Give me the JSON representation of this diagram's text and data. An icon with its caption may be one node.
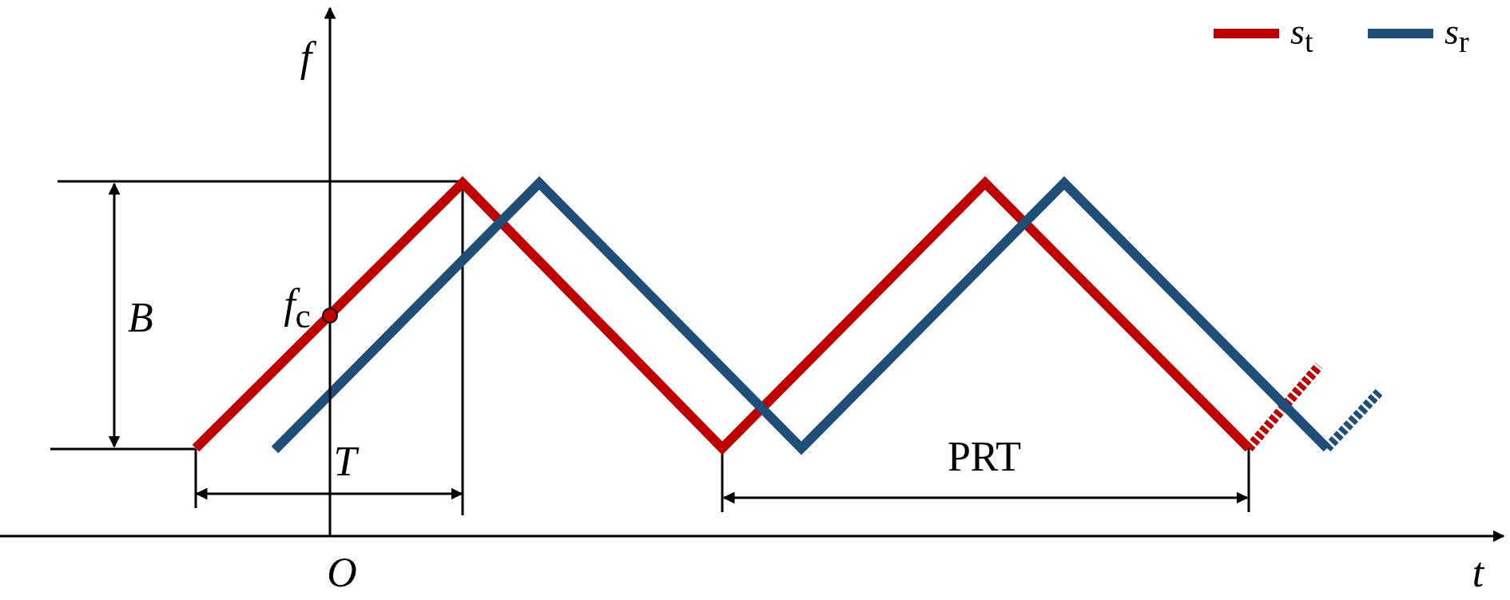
{
  "diagram": {
    "labels": [
      "*f*",
      "B",
      "*f*$_{c}$",
      "T",
      "PRT",
      "O",
      "t"
    ],
    "legend": [
      {
        "text": "*s*$_{t}$",
        "color": "#c00000"
      },
      {
        "text": "*s*$_{r}$",
        "color": "#1f4e79"
      }
    ]
  }
}
